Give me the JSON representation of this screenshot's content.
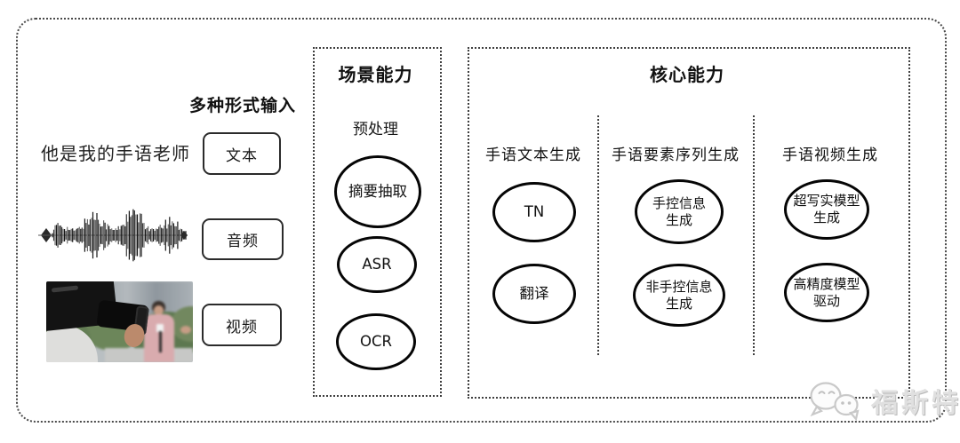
{
  "input": {
    "label": "多种形式输入",
    "text_example": "他是我的手语老师",
    "types": [
      {
        "label": "文本"
      },
      {
        "label": "音频"
      },
      {
        "label": "视频"
      }
    ],
    "media": {
      "waveform": "audio-waveform",
      "photo": "camera-filming-reporter"
    }
  },
  "scene": {
    "title": "场景能力",
    "subtitle": "预处理",
    "nodes": [
      {
        "label": "摘要抽取"
      },
      {
        "label": "ASR"
      },
      {
        "label": "OCR"
      }
    ]
  },
  "core": {
    "title": "核心能力",
    "columns": [
      {
        "header": "手语文本生成",
        "nodes": [
          {
            "label": "TN"
          },
          {
            "label": "翻译"
          }
        ]
      },
      {
        "header": "手语要素序列生成",
        "nodes": [
          {
            "label": "手控信息\n生成"
          },
          {
            "label": "非手控信息\n生成"
          }
        ]
      },
      {
        "header": "手语视频生成",
        "nodes": [
          {
            "label": "超写实模型\n生成"
          },
          {
            "label": "高精度模型\n驱动"
          }
        ]
      }
    ]
  },
  "watermark": {
    "text": "福斯特",
    "icon": "wechat-logo"
  },
  "colors": {
    "line": "#1a1a1a",
    "border_dotted": "#3f3f3f",
    "ellipse_stroke": "#050505",
    "watermark_gray": "#e0e0e0"
  }
}
